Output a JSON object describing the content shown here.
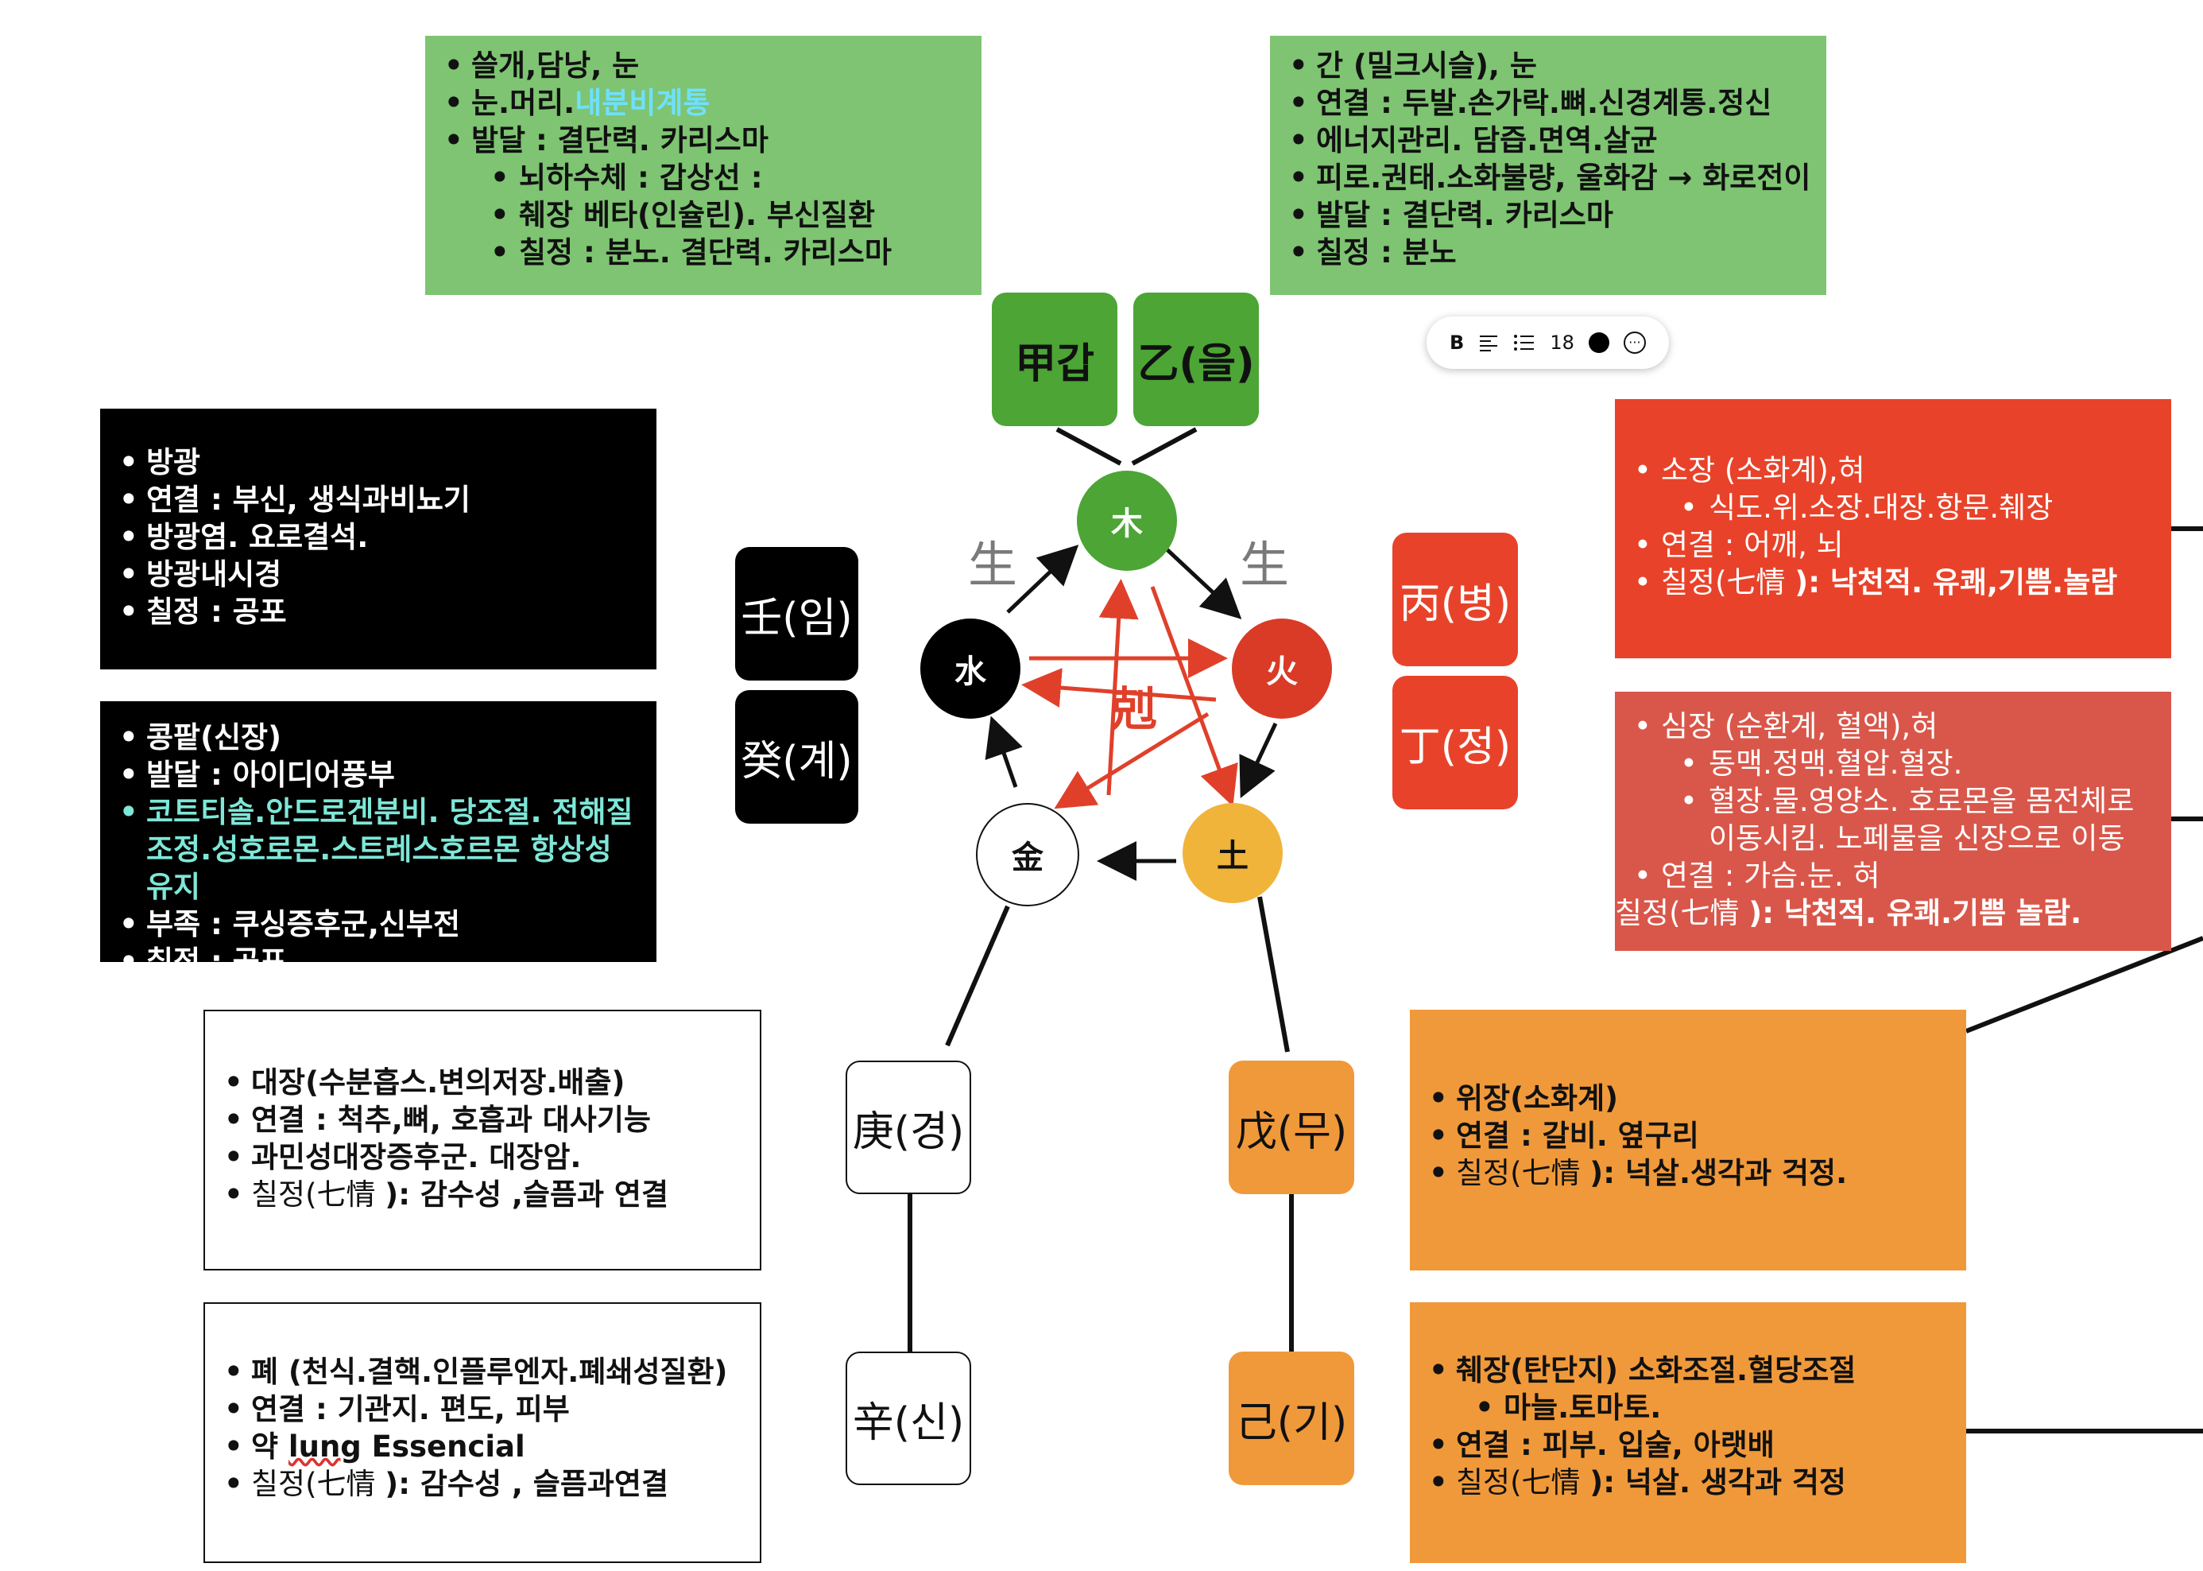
{
  "wood": {
    "box_left": [
      {
        "text": "쓸개,담낭, 눈",
        "level": 0
      },
      {
        "text_a": "눈.머리.",
        "text_b": "내분비계통",
        "level": 0,
        "split": true
      },
      {
        "text": "발달  : 결단력. 카리스마",
        "level": 0
      },
      {
        "text": "뇌하수체 : 갑상선 :",
        "level": 1
      },
      {
        "text": "췌장 베타(인슐린). 부신질환",
        "level": 1
      },
      {
        "text": "칠정 : 분노. 결단력. 카리스마",
        "level": 1
      }
    ],
    "box_right": [
      "간 (밀크시슬), 눈",
      "연결 : 두발.손가락.뼈.신경계통.정신",
      "에너지관리. 담즙.면역.살균",
      "피로.권태.소화불량, 울화감 → 화로전이",
      "발달 : 결단력. 카리스마",
      "칠정 : 분노"
    ],
    "stem_yang": "甲갑",
    "stem_yin": "乙(을)",
    "element": "木"
  },
  "water": {
    "box_top": [
      "방광",
      "연결 : 부신, 생식과비뇨기",
      "방광염. 요로결석.",
      "방광내시경",
      "칠정 : 공포"
    ],
    "box_bottom": {
      "item1": "콩팥(신장)",
      "item2": "발달 : 아이디어풍부",
      "item3": "코트티솔.안드로겐분비. 당조절. 전해질조정.성호로몬.스트레스호르몬 항상성 유지",
      "item4": "부족 : 쿠싱증후군,신부전",
      "item5": "칠정 : 공포"
    },
    "stem_yang": "壬(임)",
    "stem_yin": "癸(계)",
    "element": "水"
  },
  "fire": {
    "box_top": {
      "item1": "소장 (소화계),혀",
      "item1_sub": "식도.위.소장.대장.항문.췌장",
      "item2": "연결 : 어깨, 뇌",
      "item3_a": "칠정(七情 ",
      "item3_b": "): 낙천적. 유쾌,기쁨.놀람"
    },
    "box_bottom": {
      "item1": "심장 (순환계, 혈액),혀",
      "item1_sub1": "동맥.정맥.혈압.혈장.",
      "item1_sub2": "혈장.물.영양소. 호로몬을 몸전체로 이동시킴. 노페물을 신장으로 이동",
      "item2": "연결 : 가슴.눈. 혀",
      "item3_a": "칠정(七情 ",
      "item3_b": "): 낙천적. 유쾌.기쁨 놀람."
    },
    "stem_yang": "丙(병)",
    "stem_yin": "丁(정)",
    "element": "火"
  },
  "earth": {
    "box_top": {
      "item1": "위장(소화계)",
      "item2": "연결 : 갈비. 옆구리",
      "item3_a": "칠정(七情 ",
      "item3_b": "): 넉살.생각과 걱정."
    },
    "box_bottom": {
      "item1": "췌장(탄단지) 소화조절.혈당조절",
      "item1_sub": "마늘.토마토.",
      "item2": "연결 : 피부. 입술, 아랫배",
      "item3_a": "칠정(七情 ",
      "item3_b": "): 넉살. 생각과 걱정"
    },
    "stem_yang": "戊(무)",
    "stem_yin": "己(기)",
    "element": "土"
  },
  "metal": {
    "box_top": {
      "item1": "대장(수분흡스.변의저장.배출)",
      "item2": "연결 : 척추,뼈, 호흡과 대사기능",
      "item3": "과민성대장증후군. 대장암.",
      "item4_a": "칠정(七情 ",
      "item4_b": "): 감수성 ,슬픔과 연결"
    },
    "box_bottom": {
      "item1": "폐 (천식.결핵.인플루엔자.폐쇄성질환)",
      "item2": "연결 : 기관지. 편도, 피부",
      "item3_a": "약 ",
      "item3_b": "lung",
      "item3_c": " Essencial",
      "item4_a": "칠정(七情 ",
      "item4_b": "): 감수성 , 슬픔과연결"
    },
    "stem_yang": "庚(경)",
    "stem_yin": "辛(신)",
    "element": "金"
  },
  "labels": {
    "generate_left": "生",
    "generate_right": "生",
    "control": "剋"
  },
  "toolbar": {
    "bold": "B",
    "font_size": "18"
  },
  "colors": {
    "wood": "#4ca535",
    "fire": "#d93b27",
    "earth": "#f0b43a",
    "water": "#000000",
    "metal": "#ffffff",
    "control_arrows": "#e0402a"
  }
}
